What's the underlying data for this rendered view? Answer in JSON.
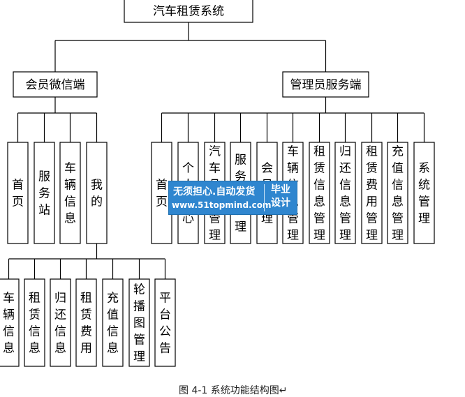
{
  "root": {
    "label": "汽车租赁系统"
  },
  "branches": {
    "member": {
      "label": "会员微信端"
    },
    "admin": {
      "label": "管理员服务端"
    }
  },
  "member_items": [
    "首页",
    "服务站",
    "车辆信息",
    "我的"
  ],
  "admin_items": [
    "首页",
    "个人中心",
    "汽车品牌管理",
    "服务站管理",
    "会员管理",
    "车辆信息管理",
    "租赁信息管理",
    "归还信息管理",
    "租赁费用管理",
    "充值信息管理",
    "系统管理"
  ],
  "my_items": [
    "车辆信息",
    "租赁信息",
    "归还信息",
    "租赁费用",
    "充值信息",
    "轮播图管理",
    "平台公告"
  ],
  "watermark": {
    "line1": "无须担心.自动发货",
    "line2": "www.51topmind.com",
    "badge": "毕业设计"
  },
  "caption": "图 4-1 系统功能结构图↵"
}
